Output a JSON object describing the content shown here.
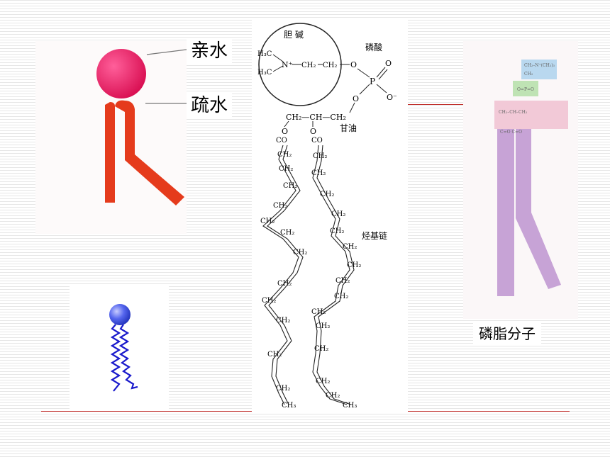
{
  "labels": {
    "hydrophilic": "亲水",
    "hydrophobic": "疏水",
    "phospholipid_molecule": "磷脂分子"
  },
  "structure": {
    "choline": "胆 碱",
    "phosphate": "磷酸",
    "glycerol": "甘油",
    "hydrocarbon_chain": "烃基链",
    "n_top": "H₃C",
    "n_bottom": "H₃C",
    "n_charge": "N⁺",
    "ch2_a": "CH₂",
    "ch2_b": "CH₂",
    "ch3_right": "CH₂",
    "p_symbol": "P",
    "o_symbol": "O",
    "o_minus": "O⁻",
    "glycerol_formula": "CH₂—CH—CH₂",
    "co": "CO",
    "ch2": "CH₂",
    "ch": "CH",
    "ch3": "CH₃"
  },
  "colors": {
    "head_pink": "#e8175d",
    "tail_red": "#e53b1c",
    "head_blue": "#3344dd",
    "tail_blue": "#1a1acc",
    "pink_bg": "#f2c9d7",
    "purple_tail": "#c7a3d6"
  }
}
